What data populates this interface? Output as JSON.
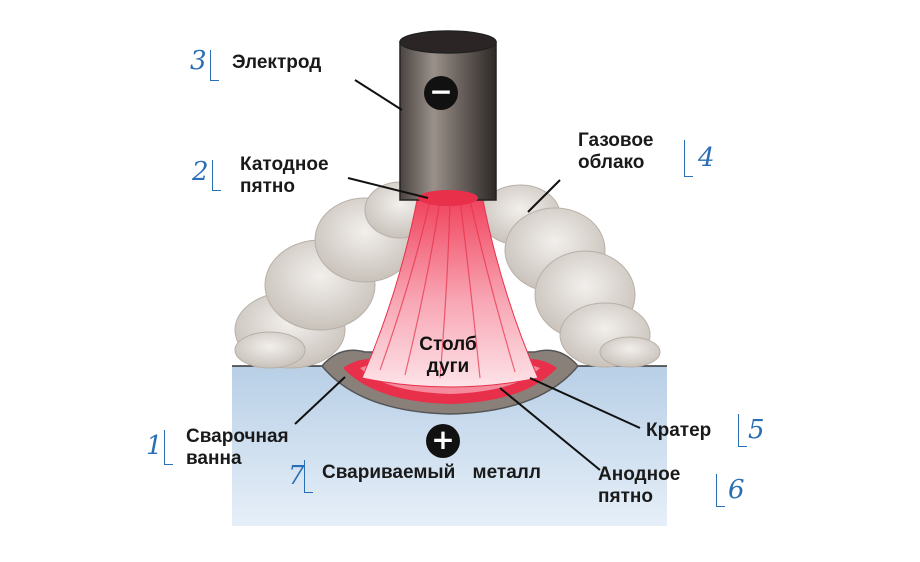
{
  "labels": {
    "electrode": {
      "text": "Электрод",
      "num": "3"
    },
    "cathode_spot": {
      "line1": "Катодное",
      "line2": "пятно",
      "num": "2"
    },
    "gas_cloud": {
      "line1": "Газовое",
      "line2": "облако",
      "num": "4"
    },
    "arc_column": {
      "line1": "Столб",
      "line2": "дуги"
    },
    "weld_pool": {
      "line1": "Сварочная",
      "line2": "ванна",
      "num": "1"
    },
    "crater": {
      "text": "Кратер",
      "num": "5"
    },
    "base_metal": {
      "text": "Свариваемый металл",
      "num": "7"
    },
    "anode_spot": {
      "line1": "Анодное",
      "line2": "пятно",
      "num": "6"
    }
  },
  "signs": {
    "electrode_polarity": "−",
    "metal_polarity": "+"
  },
  "colors": {
    "number_blue": "#2a6fb5",
    "arc_red": "#e8304a",
    "metal_blue": "#c9dcef",
    "cloud_gray": "#d9d4cf"
  }
}
